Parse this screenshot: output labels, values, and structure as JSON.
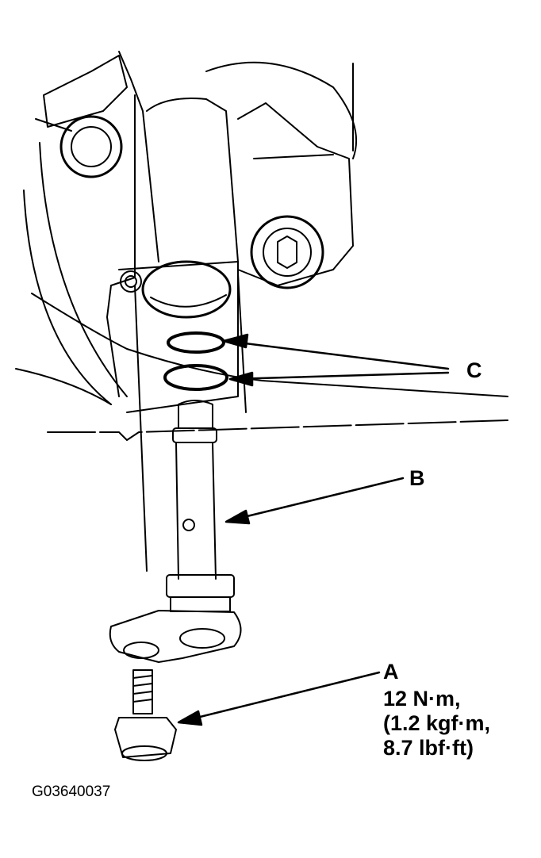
{
  "labels": {
    "a": "A",
    "b": "B",
    "c": "C",
    "torque": [
      "12 N·m,",
      "(1.2 kgf·m,",
      "8.7 lbf·ft)"
    ]
  },
  "figure_code": "G03640037",
  "colors": {
    "line": "#000000",
    "background": "#ffffff"
  }
}
